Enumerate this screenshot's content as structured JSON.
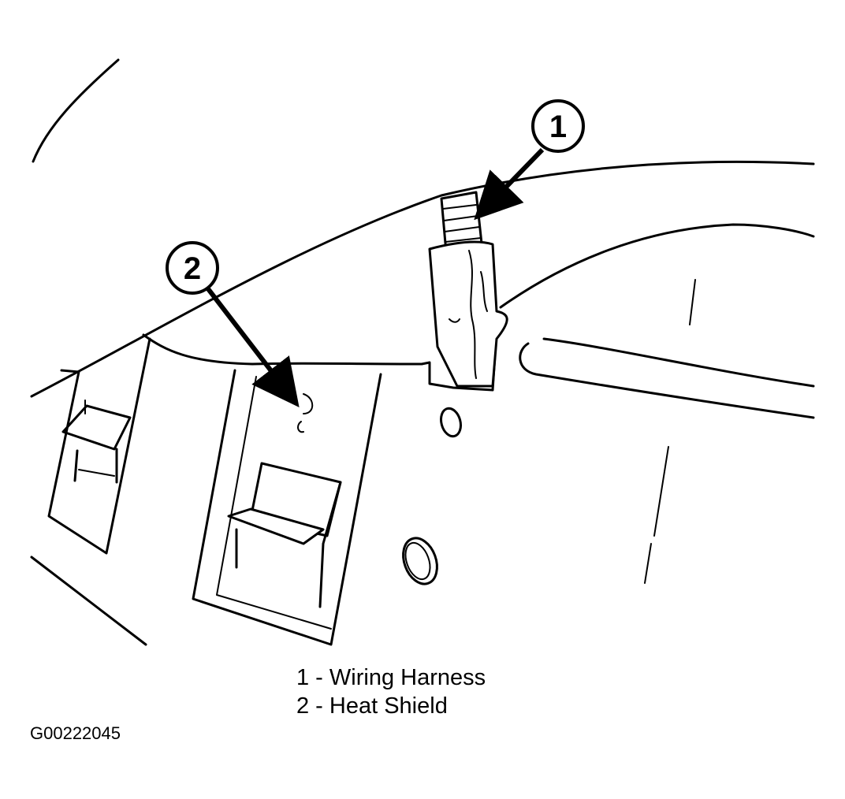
{
  "callouts": [
    {
      "number": "1",
      "label": "Wiring Harness"
    },
    {
      "number": "2",
      "label": "Heat Shield"
    }
  ],
  "legend": [
    "1 - Wiring Harness",
    "2 - Heat Shield"
  ],
  "figure_code": "G00222045"
}
